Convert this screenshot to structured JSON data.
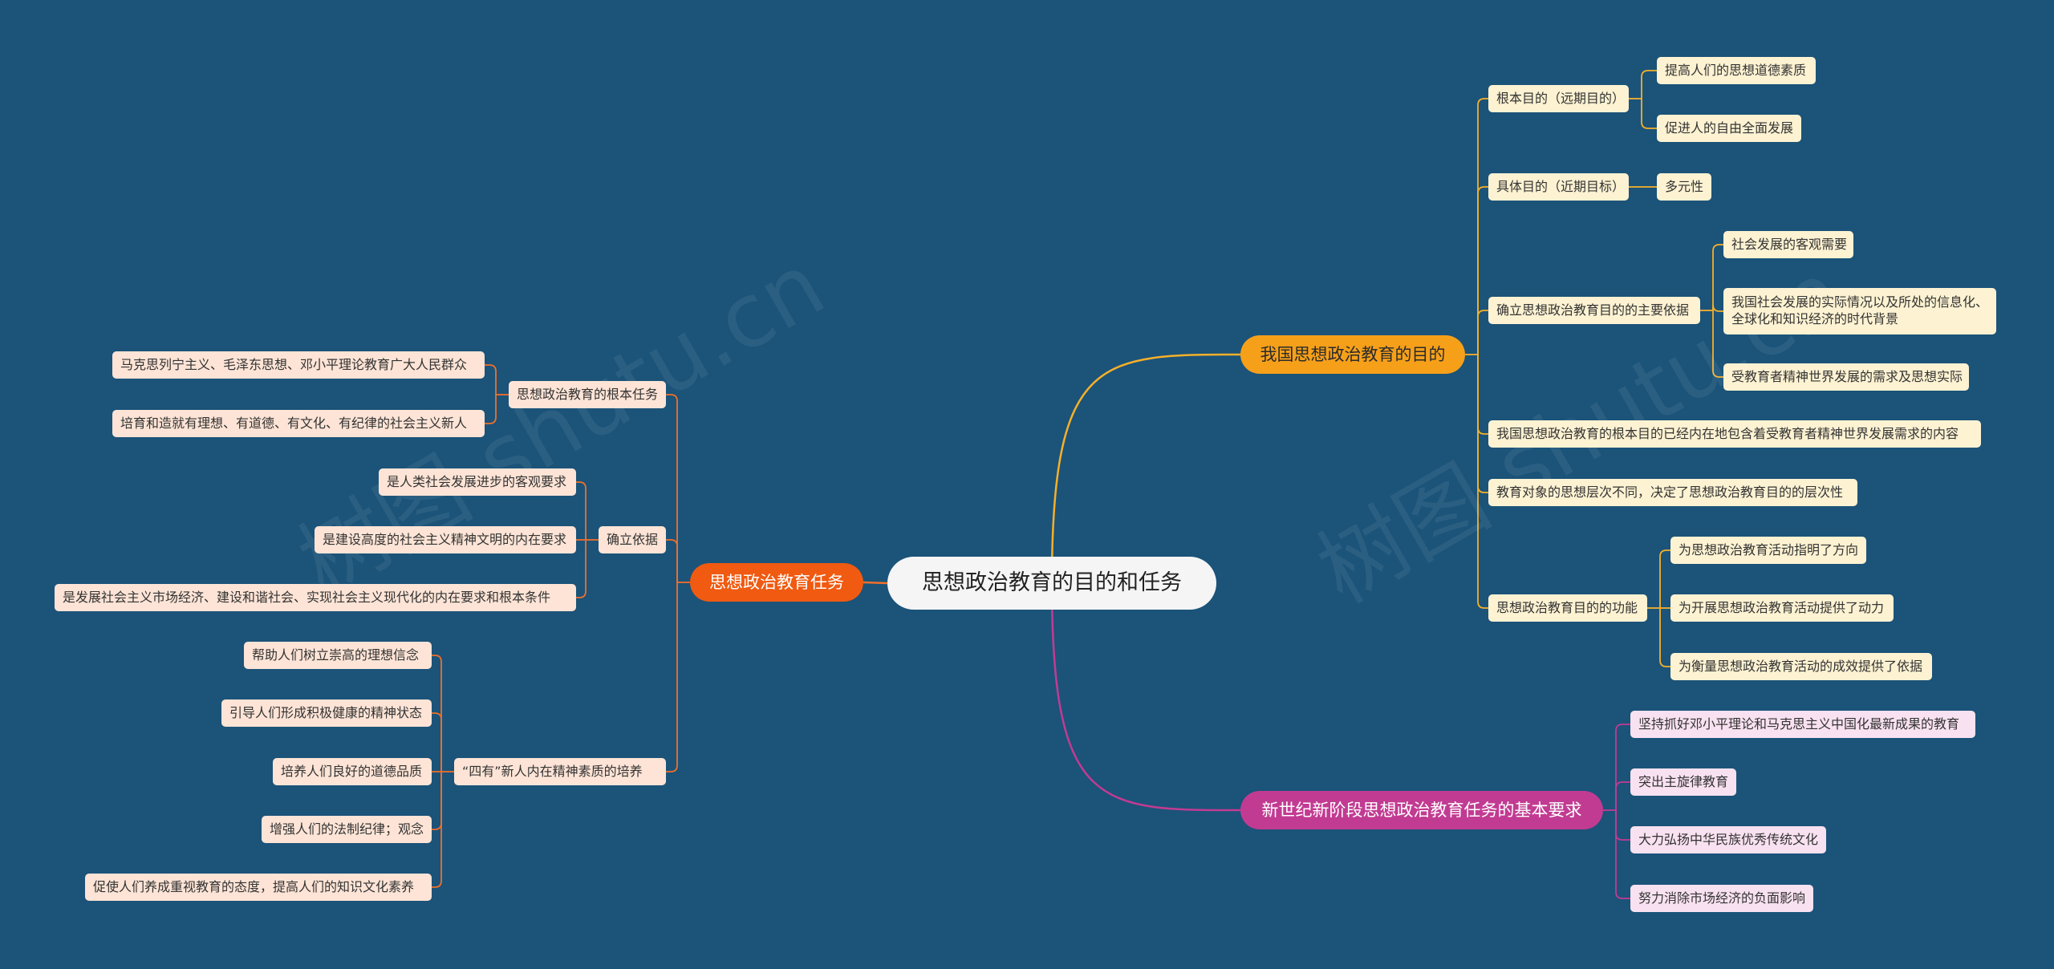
{
  "colors": {
    "background": "#1b5379",
    "branch_orange": "#f6a01a",
    "branch_red": "#f05a11",
    "branch_magenta": "#c23b92",
    "line_orange": "#f6b02a",
    "line_red": "#f0702a",
    "line_magenta": "#c23b92"
  },
  "root": "思想政治教育的目的和任务",
  "branches": {
    "purpose": {
      "label": "我国思想政治教育的目的",
      "fundamental": {
        "label": "根本目的（远期目的）",
        "items": [
          "提高人们的思想道德素质",
          "促进人的自由全面发展"
        ]
      },
      "specific": {
        "label": "具体目的（近期目标）",
        "items": [
          "多元性"
        ]
      },
      "basis": {
        "label": "确立思想政治教育目的的主要依据",
        "items": [
          "社会发展的客观需要",
          "我国社会发展的实际情况以及所处的信息化、全球化和知识经济的时代背景",
          "受教育者精神世界发展的需求及思想实际"
        ]
      },
      "contains": "我国思想政治教育的根本目的已经内在地包含着受教育者精神世界发展需求的内容",
      "levels": "教育对象的思想层次不同，决定了思想政治教育目的的层次性",
      "function": {
        "label": "思想政治教育目的的功能",
        "items": [
          "为思想政治教育活动指明了方向",
          "为开展思想政治教育活动提供了动力",
          "为衡量思想政治教育活动的成效提供了依据"
        ]
      }
    },
    "requirements": {
      "label": "新世纪新阶段思想政治教育任务的基本要求",
      "items": [
        "坚持抓好邓小平理论和马克思主义中国化最新成果的教育",
        "突出主旋律教育",
        "大力弘扬中华民族优秀传统文化",
        "努力消除市场经济的负面影响"
      ]
    },
    "tasks": {
      "label": "思想政治教育任务",
      "fundamental": {
        "label": "思想政治教育的根本任务",
        "items": [
          "马克思列宁主义、毛泽东思想、邓小平理论教育广大人民群众",
          "培育和造就有理想、有道德、有文化、有纪律的社会主义新人"
        ]
      },
      "basis": {
        "label": "确立依据",
        "items": [
          "是人类社会发展进步的客观要求",
          "是建设高度的社会主义精神文明的内在要求",
          "是发展社会主义市场经济、建设和谐社会、实现社会主义现代化的内在要求和根本条件"
        ]
      },
      "four": {
        "label": "“四有”新人内在精神素质的培养",
        "items": [
          "帮助人们树立崇高的理想信念",
          "引导人们形成积极健康的精神状态",
          "培养人们良好的道德品质",
          "增强人们的法制纪律；观念",
          "促使人们养成重视教育的态度，提高人们的知识文化素养"
        ]
      }
    }
  },
  "watermarks": [
    "树图 shutu.cn",
    "树图 shutu.cn"
  ]
}
